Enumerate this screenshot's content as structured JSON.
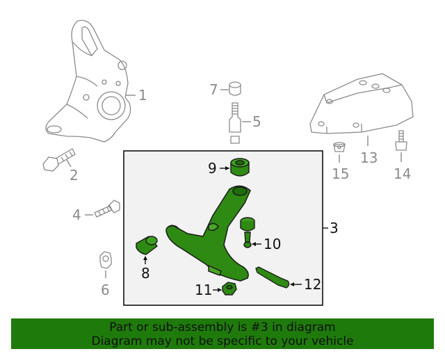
{
  "callouts": {
    "c1": "1",
    "c2": "2",
    "c3": "3",
    "c4": "4",
    "c5": "5",
    "c6": "6",
    "c7": "7",
    "c8": "8",
    "c9": "9",
    "c10": "10",
    "c11": "11",
    "c12": "12",
    "c13": "13",
    "c14": "14",
    "c15": "15"
  },
  "banner": {
    "line1": "Part or sub-assembly is #3 in diagram",
    "line2": "Diagram may not be specific to your vehicle"
  },
  "colors": {
    "highlight": "#1f7a0c",
    "part_fill": "#2e8a12",
    "outline_gray": "#8a8a8a",
    "box_fill": "#f2f2f2"
  }
}
